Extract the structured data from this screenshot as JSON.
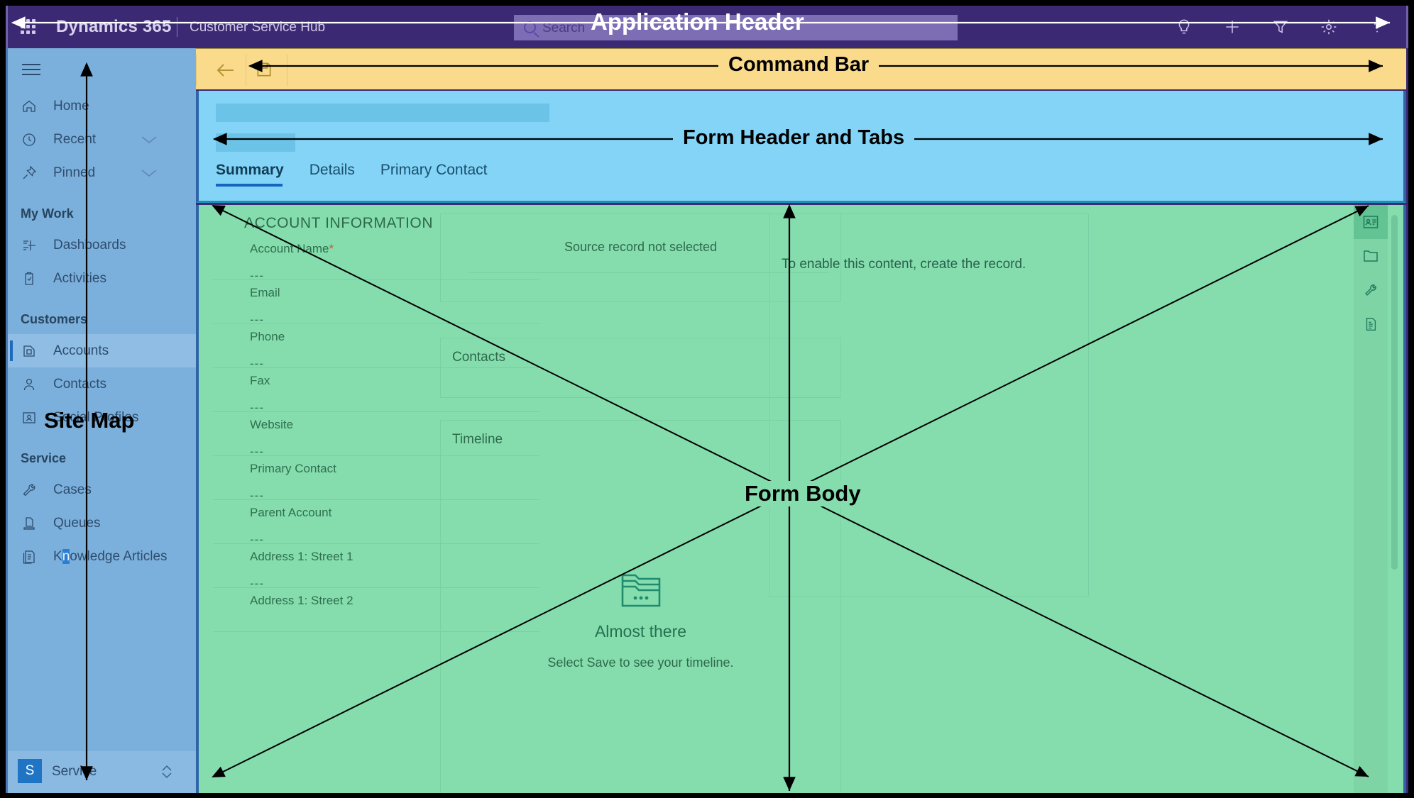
{
  "app_header": {
    "waffle_icon": "waffle-grid-icon",
    "brand": "Dynamics 365",
    "app_name": "Customer Service Hub",
    "search": {
      "placeholder": "Search",
      "icon": "search-icon",
      "value": ""
    },
    "icons": [
      {
        "name": "lightbulb-icon",
        "label": "Insights"
      },
      {
        "name": "plus-icon",
        "label": "Quick create"
      },
      {
        "name": "filter-icon",
        "label": "Filter"
      },
      {
        "name": "gear-icon",
        "label": "Settings"
      },
      {
        "name": "help-icon",
        "label": "Help"
      }
    ]
  },
  "sitemap": {
    "hamburger_icon": "hamburger-icon",
    "items": [
      {
        "label": "Home",
        "icon": "home-icon",
        "chevron": false,
        "active": false,
        "group": null
      },
      {
        "label": "Recent",
        "icon": "clock-icon",
        "chevron": true,
        "active": false,
        "group": null
      },
      {
        "label": "Pinned",
        "icon": "pin-icon",
        "chevron": true,
        "active": false,
        "group": null
      }
    ],
    "groups": [
      {
        "title": "My Work",
        "items": [
          {
            "label": "Dashboards",
            "icon": "dashboard-icon",
            "active": false
          },
          {
            "label": "Activities",
            "icon": "activities-icon",
            "active": false
          }
        ]
      },
      {
        "title": "Customers",
        "items": [
          {
            "label": "Accounts",
            "icon": "accounts-icon",
            "active": true
          },
          {
            "label": "Contacts",
            "icon": "contact-person-icon",
            "active": false
          },
          {
            "label": "Social Profiles",
            "icon": "social-profile-icon",
            "active": false
          }
        ]
      },
      {
        "title": "Service",
        "items": [
          {
            "label": "Cases",
            "icon": "wrench-icon",
            "active": false
          },
          {
            "label": "Queues",
            "icon": "queues-icon",
            "active": false
          },
          {
            "label": "Knowledge Articles",
            "icon": "article-icon",
            "active": false,
            "selection_highlight": "n"
          }
        ]
      }
    ],
    "footer": {
      "avatar_initial": "S",
      "label": "Service",
      "chevron_icon": "chevron-updown-icon"
    }
  },
  "command_bar": {
    "back_icon": "back-arrow-icon",
    "save_icon": "save-icon"
  },
  "form_header": {
    "title_placeholder": "",
    "subtitle_placeholder": "",
    "tabs": [
      {
        "label": "Summary",
        "active": true
      },
      {
        "label": "Details",
        "active": false
      },
      {
        "label": "Primary Contact",
        "active": false
      }
    ]
  },
  "form_body": {
    "section_title": "ACCOUNT INFORMATION",
    "fields": [
      {
        "label": "Account Name",
        "required": true,
        "value": "---"
      },
      {
        "label": "Email",
        "required": false,
        "value": "---"
      },
      {
        "label": "Phone",
        "required": false,
        "value": "---"
      },
      {
        "label": "Fax",
        "required": false,
        "value": "---"
      },
      {
        "label": "Website",
        "required": false,
        "value": "---"
      },
      {
        "label": "Primary Contact",
        "required": false,
        "value": "---"
      },
      {
        "label": "Parent Account",
        "required": false,
        "value": "---"
      },
      {
        "label": "Address 1: Street 1",
        "required": false,
        "value": "---"
      },
      {
        "label": "Address 1: Street 2",
        "required": false,
        "value": ""
      }
    ],
    "middle_cards": [
      {
        "name": "source-record-card",
        "center_text": "Source record not selected",
        "title": ""
      },
      {
        "name": "contacts-card",
        "title": "Contacts",
        "center_text": ""
      },
      {
        "name": "timeline-card",
        "title": "Timeline",
        "center_text": ""
      }
    ],
    "timeline_empty": {
      "icon": "folder-ellipsis-icon",
      "heading": "Almost there",
      "message": "Select Save to see your timeline."
    },
    "right_panel": {
      "message": "To enable this content, create the record.",
      "rail_icons": [
        {
          "name": "contact-card-icon",
          "active": true
        },
        {
          "name": "folder-icon",
          "active": false
        },
        {
          "name": "wrench-icon",
          "active": false
        },
        {
          "name": "document-icon",
          "active": false
        }
      ]
    },
    "scrollbar": "vertical-scrollbar"
  },
  "annotations": [
    {
      "id": "app-header",
      "text": "Application Header",
      "color": "#ffffff"
    },
    {
      "id": "command-bar",
      "text": "Command Bar",
      "color": "#000000"
    },
    {
      "id": "form-header-tabs",
      "text": "Form Header and Tabs",
      "color": "#000000"
    },
    {
      "id": "site-map",
      "text": "Site Map",
      "color": "#000000"
    },
    {
      "id": "form-body",
      "text": "Form Body",
      "color": "#000000"
    }
  ]
}
